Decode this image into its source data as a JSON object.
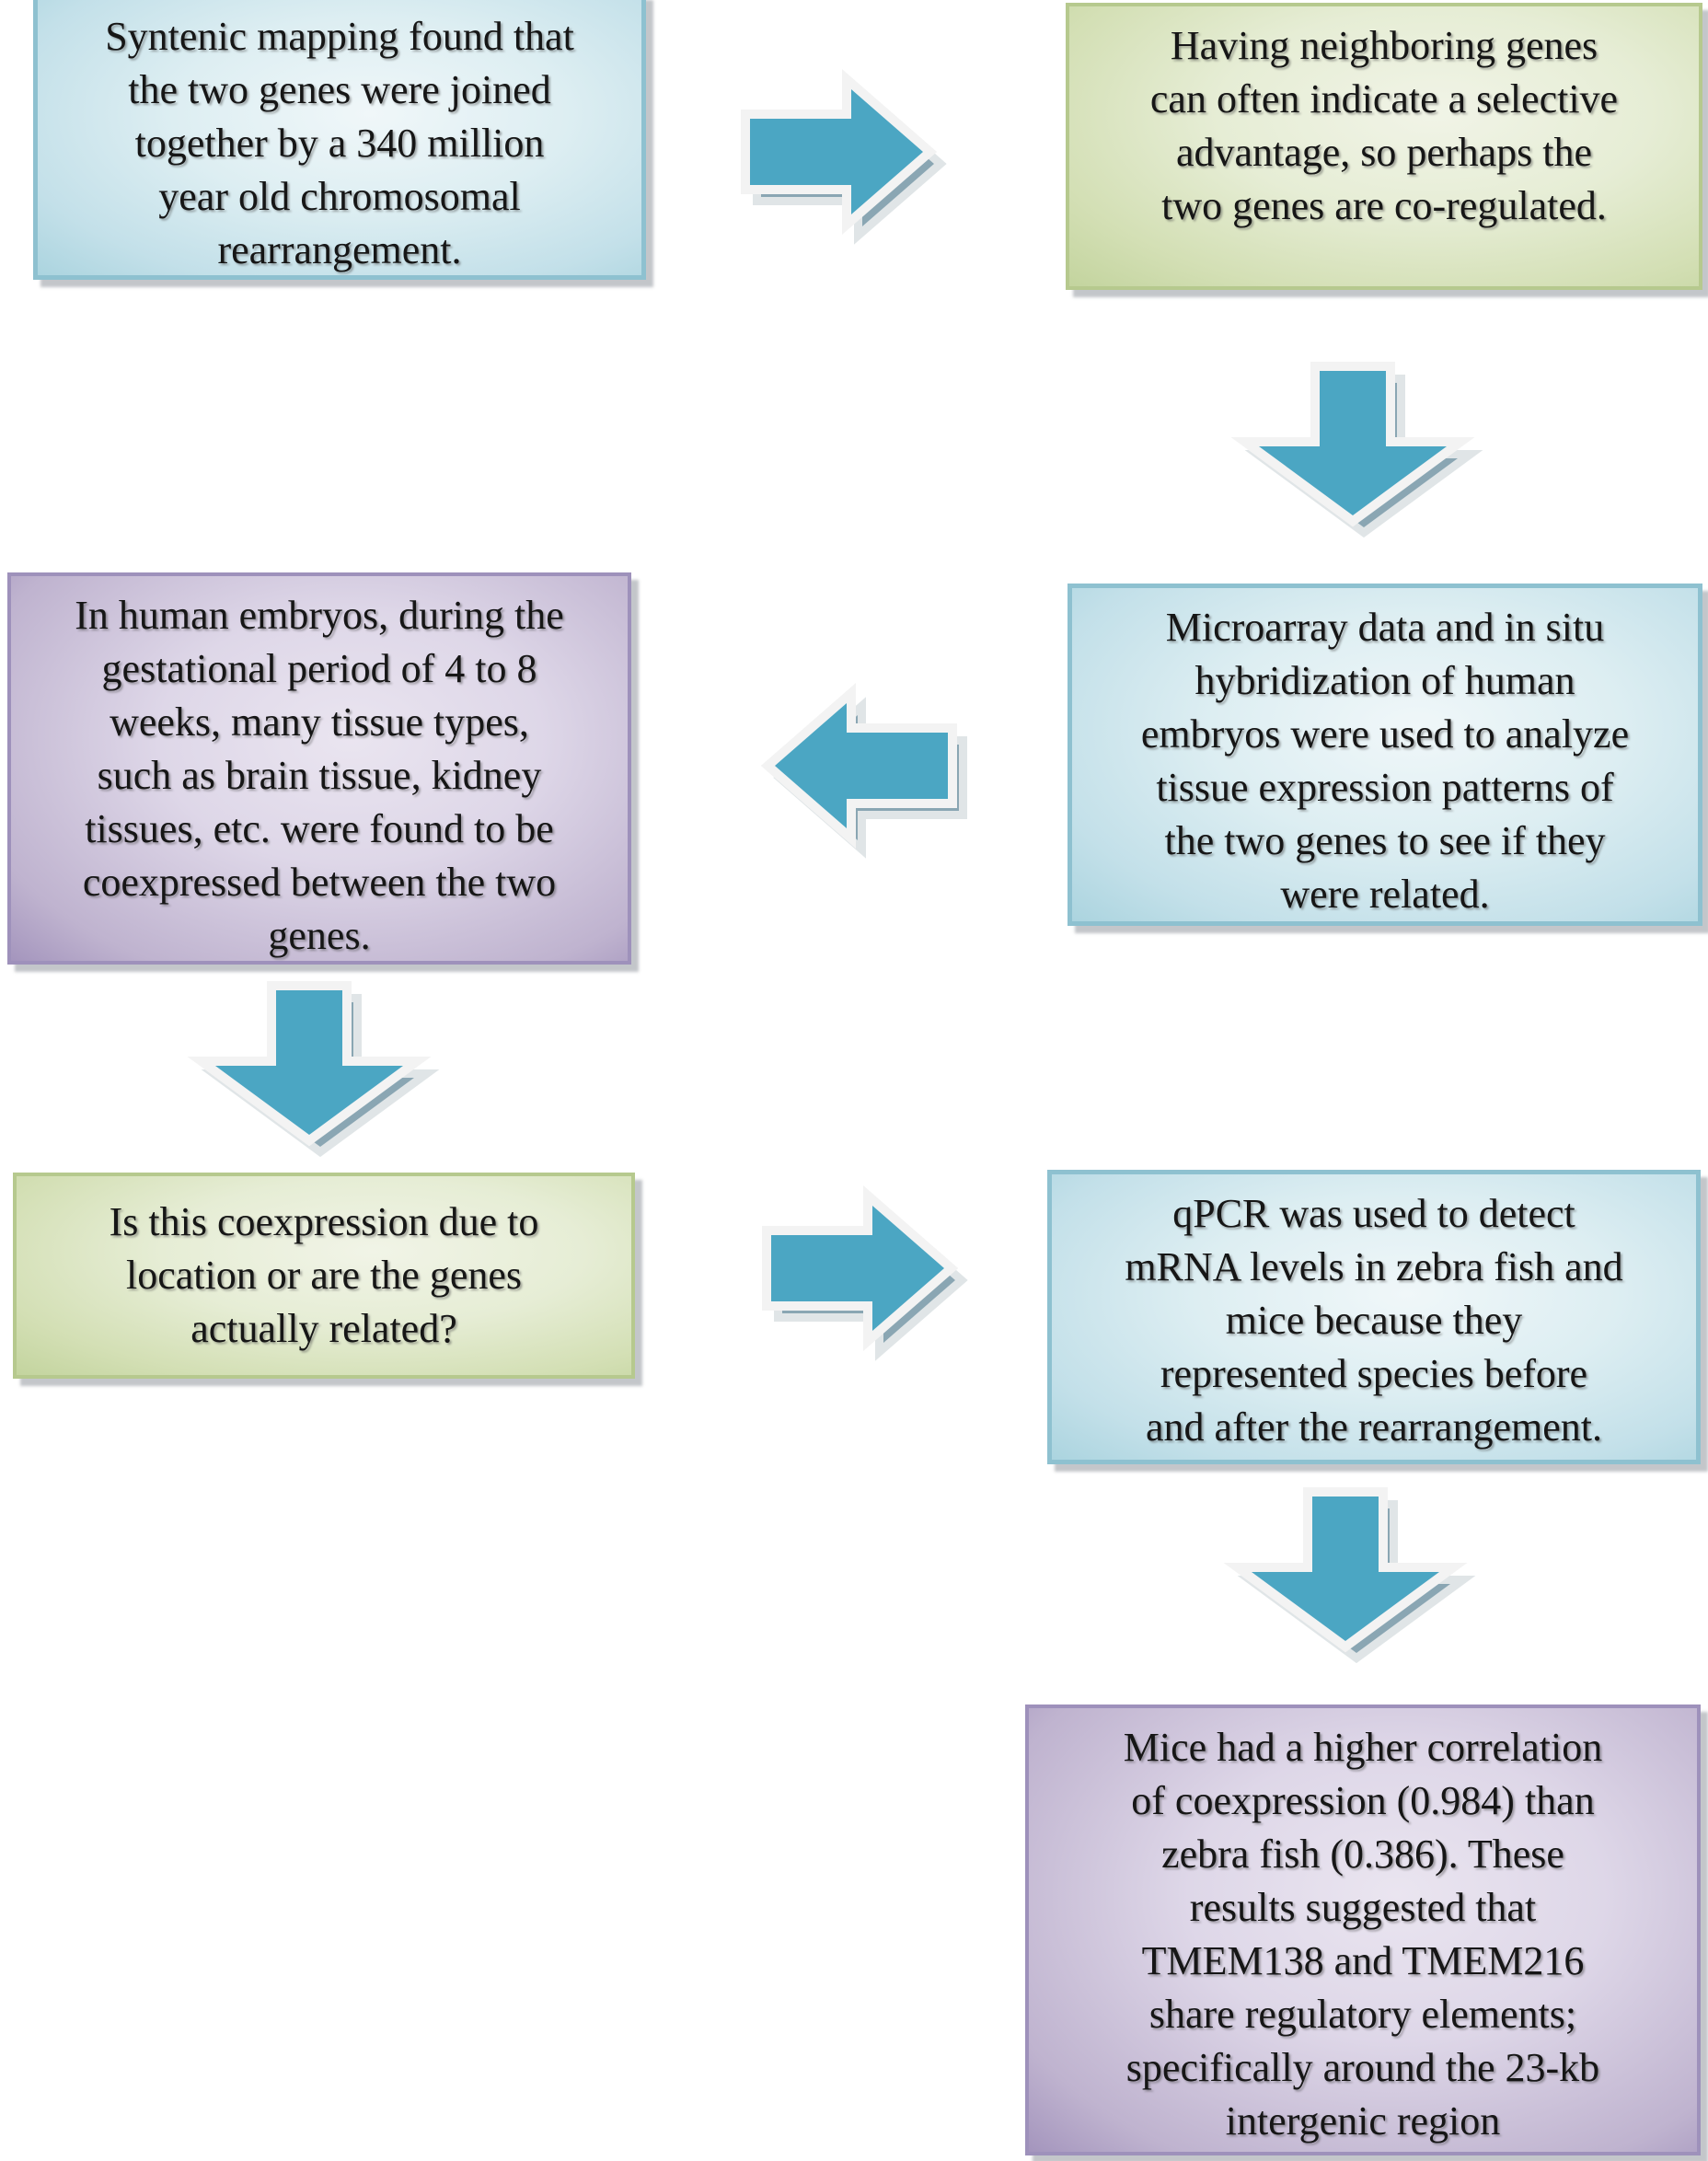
{
  "colors": {
    "arrow_fill": "#4ba6c3",
    "arrow_frame": "#f3f3f3",
    "arrow_shadow": "#7e9dab",
    "box_blue_border": "#8ec1d0",
    "box_blue_fill": "#d6eaf0",
    "box_green_border": "#b6c98e",
    "box_green_fill": "#e0e9cb",
    "box_purple_border": "#9e91bb",
    "box_purple_fill": "#d4cbe0",
    "text_color": "#161616",
    "background": "#ffffff"
  },
  "flowchart": {
    "boxes": [
      {
        "id": "syntenic-mapping",
        "theme": "blue",
        "text": "Syntenic mapping found that\nthe two genes were joined\ntogether by a 340 million\nyear old chromosomal\nrearrangement."
      },
      {
        "id": "neighboring-genes",
        "theme": "green",
        "text": "Having neighboring genes\ncan often indicate a selective\nadvantage, so perhaps the\ntwo genes are co-regulated."
      },
      {
        "id": "human-embryos-coexpression",
        "theme": "purple",
        "text": "In human embryos, during the\ngestational period of 4 to 8\nweeks, many tissue types,\nsuch as brain tissue, kidney\ntissues, etc. were found to be\ncoexpressed between the two\ngenes."
      },
      {
        "id": "microarray-in-situ",
        "theme": "blue",
        "text": "Microarray data and in situ\nhybridization of human\nembryos were used to analyze\ntissue expression patterns of\nthe two genes to see if they\nwere related."
      },
      {
        "id": "coexpression-question",
        "theme": "green",
        "text": "Is this coexpression due to\nlocation or are the genes\nactually related?"
      },
      {
        "id": "qpcr-mrna",
        "theme": "blue",
        "text": "qPCR was used to detect\nmRNA levels in zebra fish and\nmice because they\nrepresented species before\nand after the rearrangement."
      },
      {
        "id": "results-correlation",
        "theme": "purple",
        "text": "Mice had a higher correlation\nof coexpression (0.984) than\nzebra fish (0.386). These\nresults suggested that\nTMEM138 and TMEM216\nshare regulatory elements;\nspecifically around the 23-kb\nintergenic region"
      }
    ],
    "arrows": [
      {
        "id": "arrow-1",
        "direction": "right"
      },
      {
        "id": "arrow-2",
        "direction": "down"
      },
      {
        "id": "arrow-3",
        "direction": "left"
      },
      {
        "id": "arrow-4",
        "direction": "down"
      },
      {
        "id": "arrow-5",
        "direction": "right"
      },
      {
        "id": "arrow-6",
        "direction": "down"
      }
    ]
  }
}
